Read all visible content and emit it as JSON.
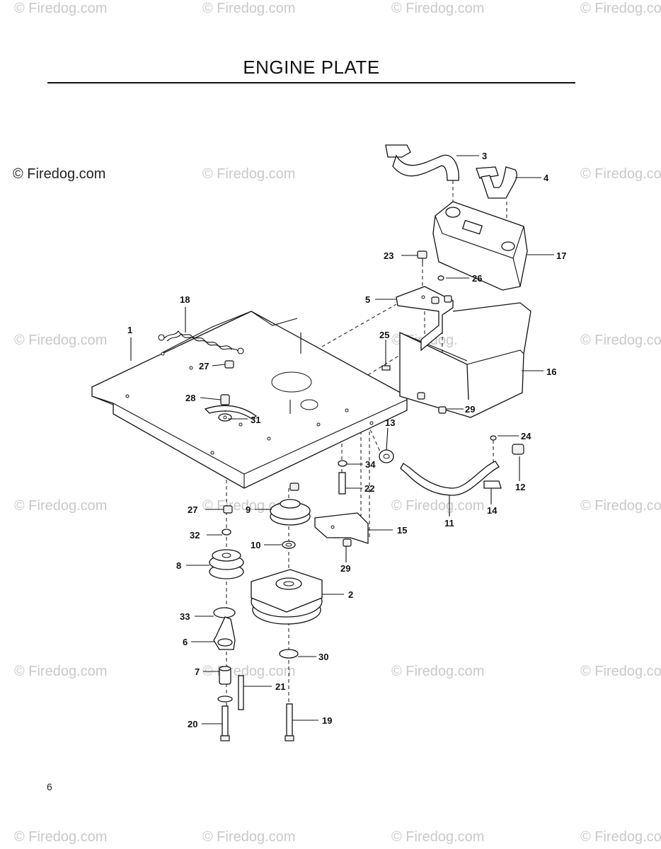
{
  "page": {
    "title": "ENGINE PLATE",
    "page_number": "6",
    "watermark": "© Firedog.com"
  },
  "callouts": [
    "1",
    "2",
    "3",
    "4",
    "5",
    "6",
    "7",
    "8",
    "9",
    "10",
    "11",
    "12",
    "13",
    "14",
    "15",
    "16",
    "17",
    "18",
    "19",
    "20",
    "21",
    "22",
    "23",
    "24",
    "25",
    "26",
    "27",
    "28",
    "29",
    "30",
    "31",
    "32",
    "33",
    "34"
  ]
}
